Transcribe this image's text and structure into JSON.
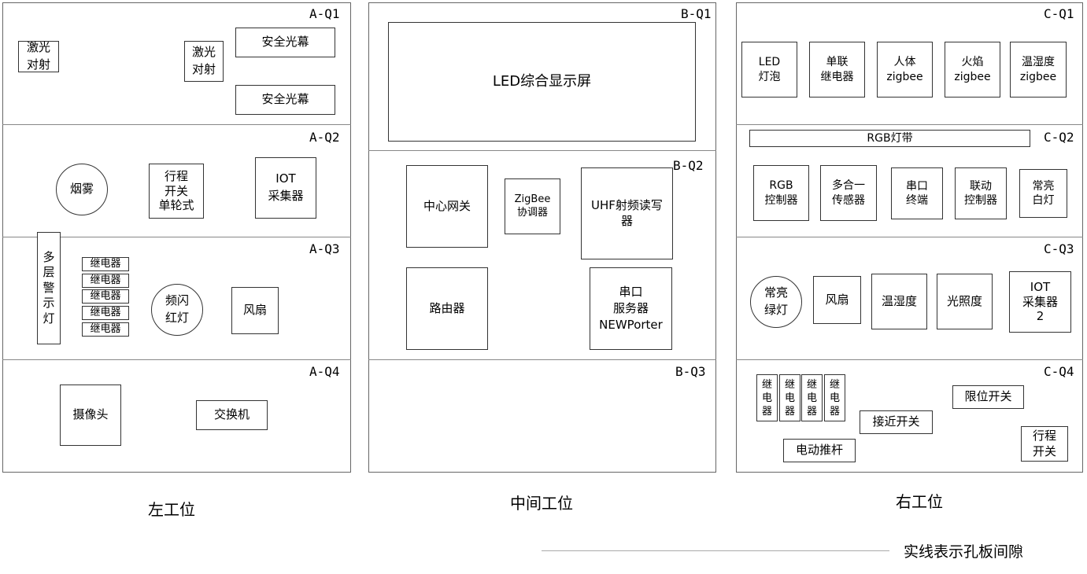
{
  "left": {
    "caption": "左工位",
    "zones": [
      "A-Q1",
      "A-Q2",
      "A-Q3",
      "A-Q4"
    ],
    "items": {
      "laser1": "激光\n对射",
      "laser2": "激光\n对射",
      "curtain1": "安全光幕",
      "curtain2": "安全光幕",
      "smoke": "烟雾",
      "travel_switch": "行程\n开关\n单轮式",
      "iot": "IOT\n采集器",
      "tower_light": "多\n层\n警\n示\n灯",
      "relays": [
        "继电器",
        "继电器",
        "继电器",
        "继电器",
        "继电器"
      ],
      "strobe": "频闪\n红灯",
      "fan": "风扇",
      "camera": "摄像头",
      "switch": "交换机"
    }
  },
  "middle": {
    "caption": "中间工位",
    "zones": [
      "B-Q1",
      "B-Q2",
      "B-Q3"
    ],
    "items": {
      "led_screen": "LED综合显示屏",
      "gateway": "中心网关",
      "zigbee": "ZigBee\n协调器",
      "uhf": "UHF射频读写\n器",
      "router": "路由器",
      "serial_server": "串口\n服务器\nNEWPorter"
    }
  },
  "right": {
    "caption": "右工位",
    "zones": [
      "C-Q1",
      "C-Q2",
      "C-Q3",
      "C-Q4"
    ],
    "items": {
      "led_bulb": "LED\n灯泡",
      "relay_single": "单联\n继电器",
      "human": "人体\nzigbee",
      "flame": "火焰\nzigbee",
      "th_zigbee": "温湿度\nzigbee",
      "rgb_strip": "RGB灯带",
      "rgb_ctrl": "RGB\n控制器",
      "multi_sensor": "多合一\n传感器",
      "serial_term": "串口\n终端",
      "link_ctrl": "联动\n控制器",
      "white_light": "常亮\n白灯",
      "green_light": "常亮\n绿灯",
      "fan": "风扇",
      "th": "温湿度",
      "light": "光照度",
      "iot2": "IOT\n采集器\n2",
      "relays": [
        "继\n电\n器",
        "继\n电\n器",
        "继\n电\n器",
        "继\n电\n器"
      ],
      "proximity": "接近开关",
      "limit": "限位开关",
      "actuator": "电动推杆",
      "travel": "行程\n开关"
    }
  },
  "legend": "实线表示孔板间隙"
}
